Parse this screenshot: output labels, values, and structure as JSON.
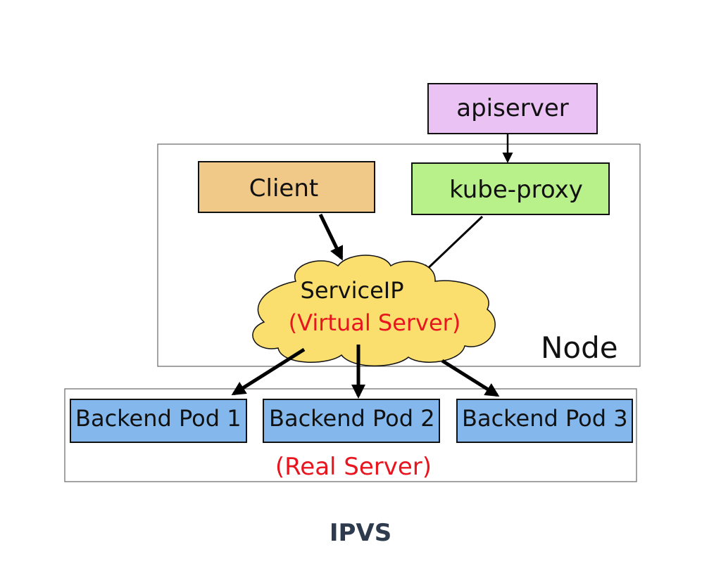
{
  "diagram": {
    "apiserver": "apiserver",
    "client": "Client",
    "kube_proxy": "kube-proxy",
    "service_ip": "ServiceIP",
    "virtual_server": "(Virtual Server)",
    "node": "Node",
    "backend_pods": [
      "Backend Pod 1",
      "Backend Pod 2",
      "Backend Pod 3"
    ],
    "real_server": "(Real Server)",
    "caption": "IPVS",
    "colors": {
      "apiserver": "#eac2f4",
      "client": "#f0c888",
      "kube_proxy": "#b8f08a",
      "cloud": "#fbdf6e",
      "pod": "#84b8ec",
      "red_text": "#e8141e"
    }
  }
}
